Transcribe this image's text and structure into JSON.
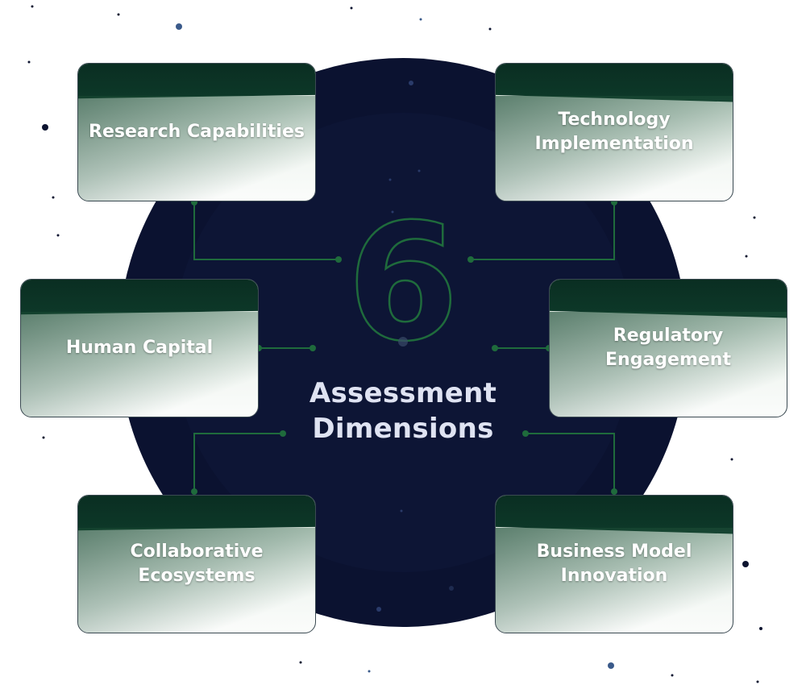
{
  "title_lines": [
    "Assessment",
    "Dimensions"
  ],
  "big_number": "6",
  "dimensions": [
    {
      "label": "Research Capabilities"
    },
    {
      "label": "Technology Implementation"
    },
    {
      "label": "Human Capital"
    },
    {
      "label": "Regulatory Engagement"
    },
    {
      "label": "Collaborative Ecosystems"
    },
    {
      "label": "Business Model Innovation"
    }
  ],
  "colors": {
    "circle": "#0c1330",
    "connector": "#1f6b3c",
    "card_band": "#0c3524",
    "title_text": "#dfe3f2",
    "card_text": "#ffffff"
  }
}
